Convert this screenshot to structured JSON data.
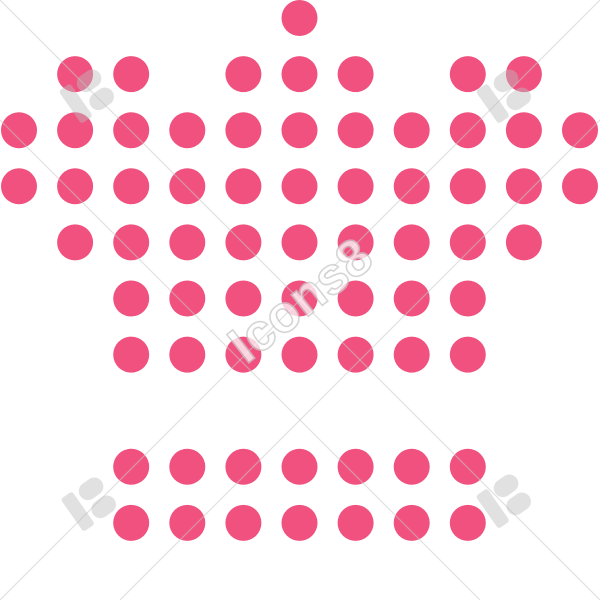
{
  "image": {
    "subject": "crown-icon",
    "dot_color": "#f0517f",
    "background": "#ffffff",
    "dot_rows": [
      [
        5
      ],
      [
        1,
        2,
        4,
        5,
        6,
        8,
        9
      ],
      [
        0,
        1,
        2,
        3,
        4,
        5,
        6,
        7,
        8,
        9,
        10
      ],
      [
        0,
        1,
        2,
        3,
        4,
        5,
        6,
        7,
        8,
        9,
        10
      ],
      [
        1,
        2,
        3,
        4,
        5,
        6,
        7,
        8,
        9
      ],
      [
        2,
        3,
        4,
        5,
        6,
        7,
        8
      ],
      [
        2,
        3,
        4,
        5,
        6,
        7,
        8
      ],
      [],
      [
        2,
        3,
        4,
        5,
        6,
        7,
        8
      ],
      [
        2,
        3,
        4,
        5,
        6,
        7,
        8
      ]
    ]
  },
  "watermark": {
    "text": "Icons8",
    "logo_icon": "icons8-logo-icon"
  }
}
